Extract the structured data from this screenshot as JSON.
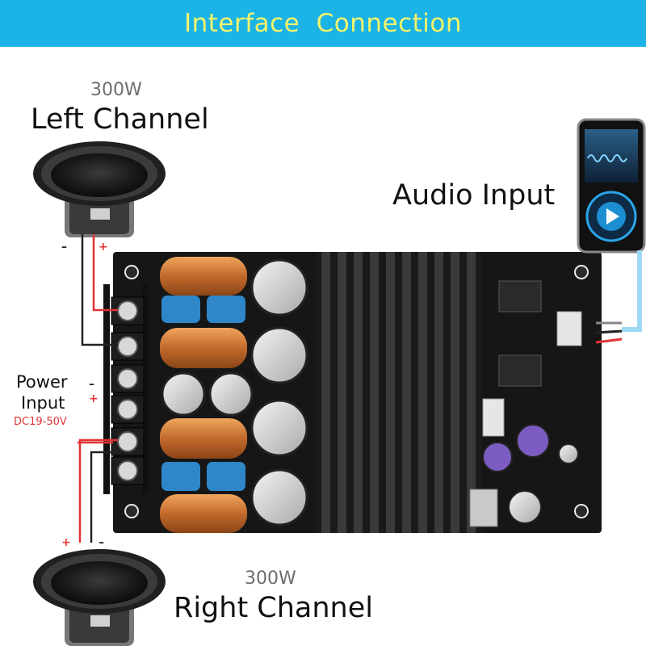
{
  "banner": {
    "title": "Interface  Connection"
  },
  "left_speaker": {
    "power": "300W",
    "label": "Left Channel"
  },
  "right_speaker": {
    "power": "300W",
    "label": "Right Channel"
  },
  "audio_input": {
    "label": "Audio Input"
  },
  "power_input": {
    "line1": "Power",
    "line2": "Input",
    "voltage": "DC19-50V"
  },
  "polarity": {
    "plus": "+",
    "minus": "–"
  },
  "colors": {
    "banner_bg": "#1cb4e6",
    "banner_text": "#f6f36a",
    "positive_wire": "#e23333",
    "negative_wire": "#222222",
    "signal_cable": "#9fd8f4",
    "board": "#161616"
  }
}
